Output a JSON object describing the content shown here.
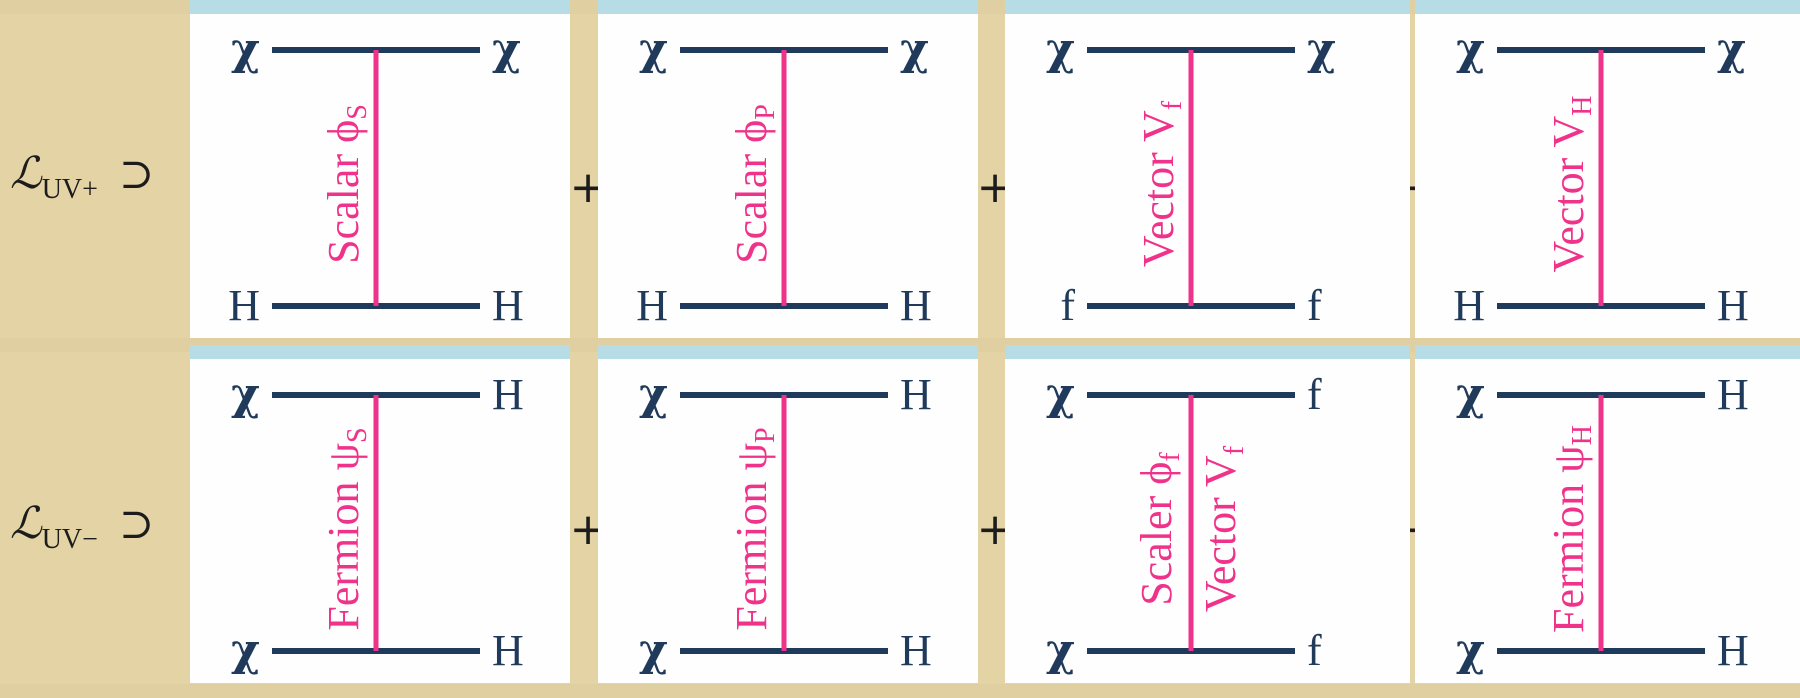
{
  "rows": [
    {
      "label": {
        "symbol": "ℒ",
        "sub": "UV+",
        "relation": "⊃"
      },
      "diagrams": [
        {
          "tl": "χ",
          "tr": "χ",
          "bl": "H",
          "br": "H",
          "labels": [
            {
              "text": "Scalar ϕ",
              "sub": "S"
            }
          ]
        },
        {
          "tl": "χ",
          "tr": "χ",
          "bl": "H",
          "br": "H",
          "labels": [
            {
              "text": "Scalar ϕ",
              "sub": "P"
            }
          ]
        },
        {
          "tl": "χ",
          "tr": "χ",
          "bl": "f",
          "br": "f",
          "labels": [
            {
              "text": "Vector V",
              "sub": "f"
            }
          ]
        },
        {
          "tl": "χ",
          "tr": "χ",
          "bl": "H",
          "br": "H",
          "labels": [
            {
              "text": "Vector V",
              "sub": "H"
            }
          ]
        }
      ]
    },
    {
      "label": {
        "symbol": "ℒ",
        "sub": "UV−",
        "relation": "⊃"
      },
      "diagrams": [
        {
          "tl": "χ",
          "tr": "H",
          "bl": "χ",
          "br": "H",
          "labels": [
            {
              "text": "Fermion ψ",
              "sub": "S"
            }
          ]
        },
        {
          "tl": "χ",
          "tr": "H",
          "bl": "χ",
          "br": "H",
          "labels": [
            {
              "text": "Fermion ψ",
              "sub": "P"
            }
          ]
        },
        {
          "tl": "χ",
          "tr": "f",
          "bl": "χ",
          "br": "f",
          "labels": [
            {
              "text": "Scaler ϕ",
              "sub": "f"
            },
            {
              "text": "Vector V",
              "sub": "f"
            }
          ]
        },
        {
          "tl": "χ",
          "tr": "H",
          "bl": "χ",
          "br": "H",
          "labels": [
            {
              "text": "Fermion ψ",
              "sub": "H"
            }
          ]
        }
      ]
    }
  ],
  "operator": "+",
  "colors": {
    "external_line": "#1f3a5a",
    "propagator": "#f0338a",
    "panel_border": "#b6dce6"
  }
}
